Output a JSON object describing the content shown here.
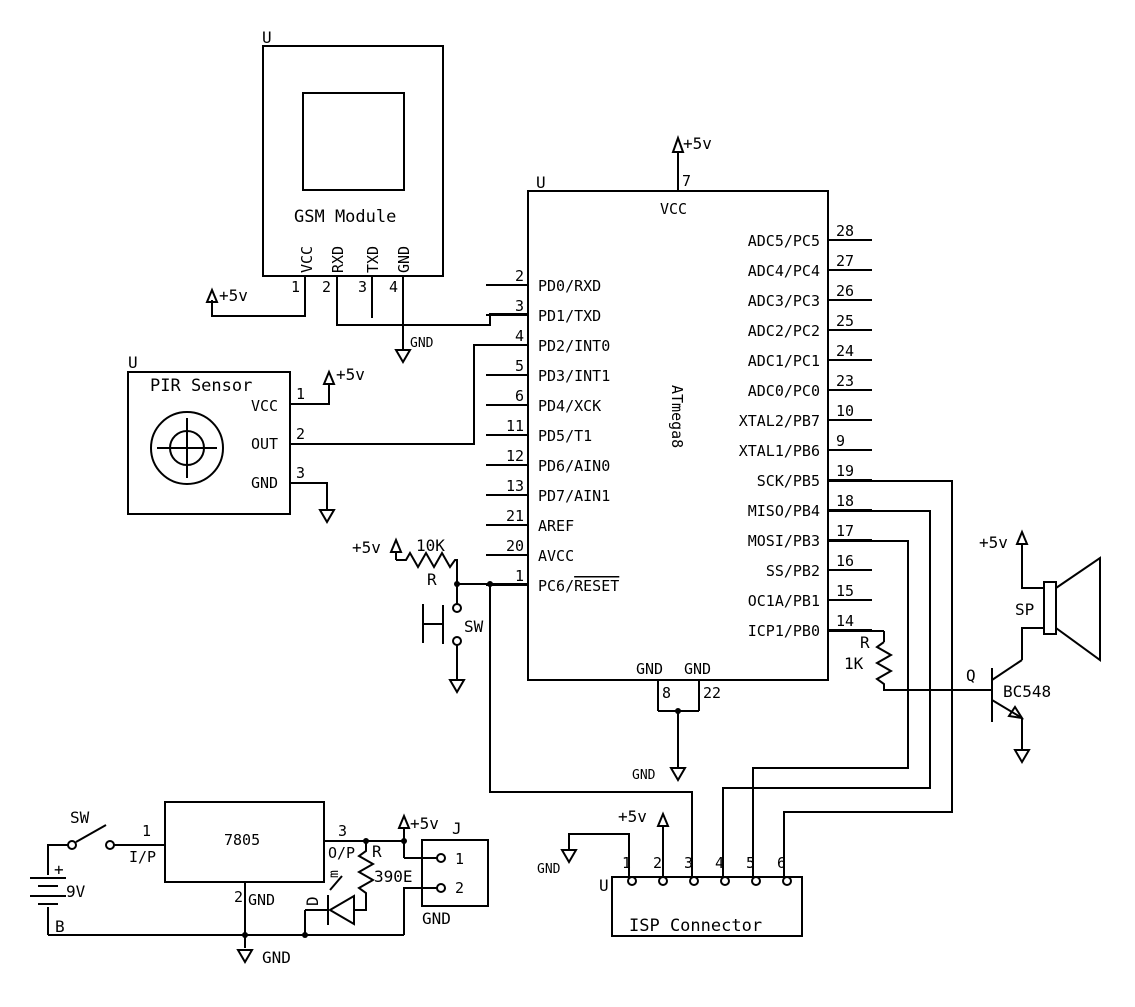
{
  "gsm": {
    "ref": "U",
    "title": "GSM Module",
    "pin_names": [
      "VCC",
      "RXD",
      "TXD",
      "GND"
    ],
    "pin_nums": [
      "1",
      "2",
      "3",
      "4"
    ],
    "supply": "+5v",
    "gnd": "GND"
  },
  "pir": {
    "ref": "U",
    "title": "PIR Sensor",
    "pin_names": [
      "VCC",
      "OUT",
      "GND"
    ],
    "pin_nums": [
      "1",
      "2",
      "3"
    ],
    "supply": "+5v"
  },
  "mcu": {
    "ref": "U",
    "part": "ATmega8",
    "vcc_label": "VCC",
    "vcc_pin": "7",
    "vcc_supply": "+5v",
    "gnd_labels": [
      "GND",
      "GND"
    ],
    "gnd_pins": [
      "8",
      "22"
    ],
    "gnd": "GND",
    "left_pins": [
      {
        "num": "2",
        "name": "PD0/RXD"
      },
      {
        "num": "3",
        "name": "PD1/TXD"
      },
      {
        "num": "4",
        "name": "PD2/INT0"
      },
      {
        "num": "5",
        "name": "PD3/INT1"
      },
      {
        "num": "6",
        "name": "PD4/XCK"
      },
      {
        "num": "11",
        "name": "PD5/T1"
      },
      {
        "num": "12",
        "name": "PD6/AIN0"
      },
      {
        "num": "13",
        "name": "PD7/AIN1"
      },
      {
        "num": "21",
        "name": "AREF"
      },
      {
        "num": "20",
        "name": "AVCC"
      },
      {
        "num": "1",
        "name": "PC6/RESET"
      }
    ],
    "right_pins": [
      {
        "num": "28",
        "name": "ADC5/PC5"
      },
      {
        "num": "27",
        "name": "ADC4/PC4"
      },
      {
        "num": "26",
        "name": "ADC3/PC3"
      },
      {
        "num": "25",
        "name": "ADC2/PC2"
      },
      {
        "num": "24",
        "name": "ADC1/PC1"
      },
      {
        "num": "23",
        "name": "ADC0/PC0"
      },
      {
        "num": "10",
        "name": "XTAL2/PB7"
      },
      {
        "num": "9",
        "name": "XTAL1/PB6"
      },
      {
        "num": "19",
        "name": "SCK/PB5"
      },
      {
        "num": "18",
        "name": "MISO/PB4"
      },
      {
        "num": "17",
        "name": "MOSI/PB3"
      },
      {
        "num": "16",
        "name": "SS/PB2"
      },
      {
        "num": "15",
        "name": "OC1A/PB1"
      },
      {
        "num": "14",
        "name": "ICP1/PB0"
      }
    ]
  },
  "reset_circuit": {
    "supply": "+5v",
    "resistor_value": "10K",
    "resistor_ref": "R",
    "switch_ref": "SW"
  },
  "speaker_circuit": {
    "supply": "+5v",
    "speaker_ref": "SP",
    "resistor_ref": "R",
    "resistor_value": "1K",
    "transistor_ref": "Q",
    "transistor_part": "BC548"
  },
  "power_supply": {
    "switch_ref": "SW",
    "battery_value": "9V",
    "battery_plus": "+",
    "battery_ref": "B",
    "regulator": "7805",
    "input_pin": "1",
    "input_label": "I/P",
    "output_pin": "3",
    "output_label": "O/P",
    "gnd_pin": "2",
    "gnd_label": "GND",
    "led_ref": "D",
    "led_mark": "m",
    "resistor_ref": "R",
    "resistor_value": "390E",
    "supply": "+5v",
    "gnd": "GND",
    "jumper_ref": "J",
    "jumper_pins": [
      "1",
      "2"
    ],
    "jumper_gnd": "GND"
  },
  "isp": {
    "ref": "U",
    "title": "ISP Connector",
    "pin_nums": [
      "1",
      "2",
      "3",
      "4",
      "5",
      "6"
    ],
    "supply": "+5v",
    "gnd": "GND"
  }
}
